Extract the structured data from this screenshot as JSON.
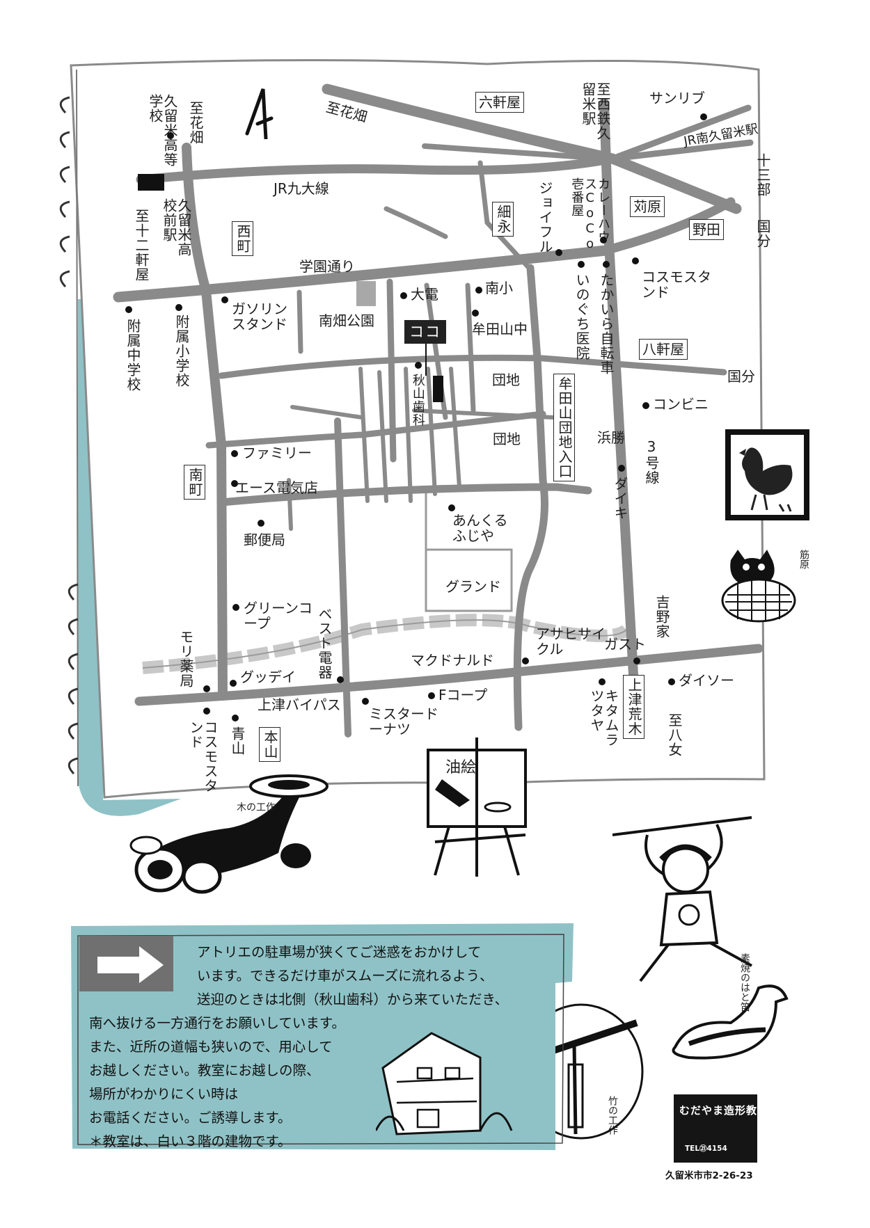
{
  "map": {
    "labels": {
      "to_hanabatake_n": "至花畑",
      "to_hanabatake_ne": "至花畑",
      "rokkenya": "六軒屋",
      "kurume_koto": "久留米高等学校",
      "to_nishitetsu_kurume": "至西鉄久留米駅",
      "sunrib": "サンリブ",
      "jr_minami_kurume": "JR南久留米駅",
      "juusanbu": "十三部",
      "kokubu_ne": "国分",
      "kurume_koko_mae": "久留米高校前駅",
      "jr_kyudai": "JR九大線",
      "curry_house": "カレーハウスCoCo壱番屋",
      "joyfull": "ジョイフル",
      "hosonaga": "細永",
      "karihara": "苅原",
      "noda": "野田",
      "to_juuni_kenya": "至十二軒屋",
      "nishimachi": "西町",
      "gakuen_dori": "学園通り",
      "daiden": "大電",
      "minamisho": "南小",
      "takaira": "たかいら自転車",
      "inokuchi": "いのぐち医院",
      "cosmo_n": "コスモスタンド",
      "gasoline": "ガソリンスタンド",
      "minami_hata_park": "南畑公園",
      "mutayama_chu": "牟田山中",
      "fuzoku_chu": "附属中学校",
      "fuzoku_sho": "附属小学校",
      "here": "ココ",
      "akiyama": "秋山歯科",
      "hachikenya": "八軒屋",
      "kokubu_e": "国分",
      "danchi_1": "団地",
      "mutayama_danchi": "牟田山団地入口",
      "convenience": "コンビニ",
      "hamakatsu": "浜勝",
      "route3": "3号線",
      "danchi_2": "団地",
      "family": "ファミリー",
      "minamimachi": "南町",
      "ace": "エース電気店",
      "daiki": "ダイキ",
      "anchor": "あんくるふじや",
      "post": "郵便局",
      "grand": "グランド",
      "yoshinoya": "吉野家",
      "green_coop": "グリーンコープ",
      "best": "ベスト電器",
      "mori": "モリ薬局",
      "asahi": "アサヒサイクル",
      "gusto": "ガスト",
      "mcd": "マクドナルド",
      "gooday": "グッデイ",
      "daiso": "ダイソー",
      "fcoop": "Fコープ",
      "kitamura": "キタムラツタヤ",
      "kozu_bypass": "上津バイパス",
      "mister_donut": "ミスタードーナツ",
      "kozu_araki": "上津荒木",
      "to_yame": "至八女",
      "cosmo_s": "コスモスタンド",
      "aoyama": "青山",
      "honzan": "本山"
    }
  },
  "illustrations": {
    "wood_craft": "木の工作",
    "oil_painting": "油絵",
    "pigeon_whistle": "素焼のはと笛",
    "bamboo_craft": "竹の工作",
    "cat_caption": "筋原"
  },
  "notice": {
    "lines": [
      "アトリエの駐車場が狭くてご迷惑をおかけして",
      "います。できるだけ車がスムーズに流れるよう、",
      "送迎のときは北側（秋山歯科）から来ていただき、",
      "南へ抜ける一方通行をお願いしています。",
      "また、近所の道幅も狭いので、用心して",
      "お越しください。教室にお越しの際、",
      "場所がわかりにくい時は",
      "お電話ください。ご誘導します。",
      "＊教室は、白い３階の建物です。"
    ]
  },
  "sign": {
    "name": "むだやま造形教室",
    "tel": "TEL㉑4154",
    "address": "久留米市市2-26-23"
  },
  "colors": {
    "road": "#8a8a8a",
    "ink": "#1e1e1e",
    "teal": "#8fc2c6",
    "park": "#a8a8a8",
    "river": "#c8c8c8"
  }
}
